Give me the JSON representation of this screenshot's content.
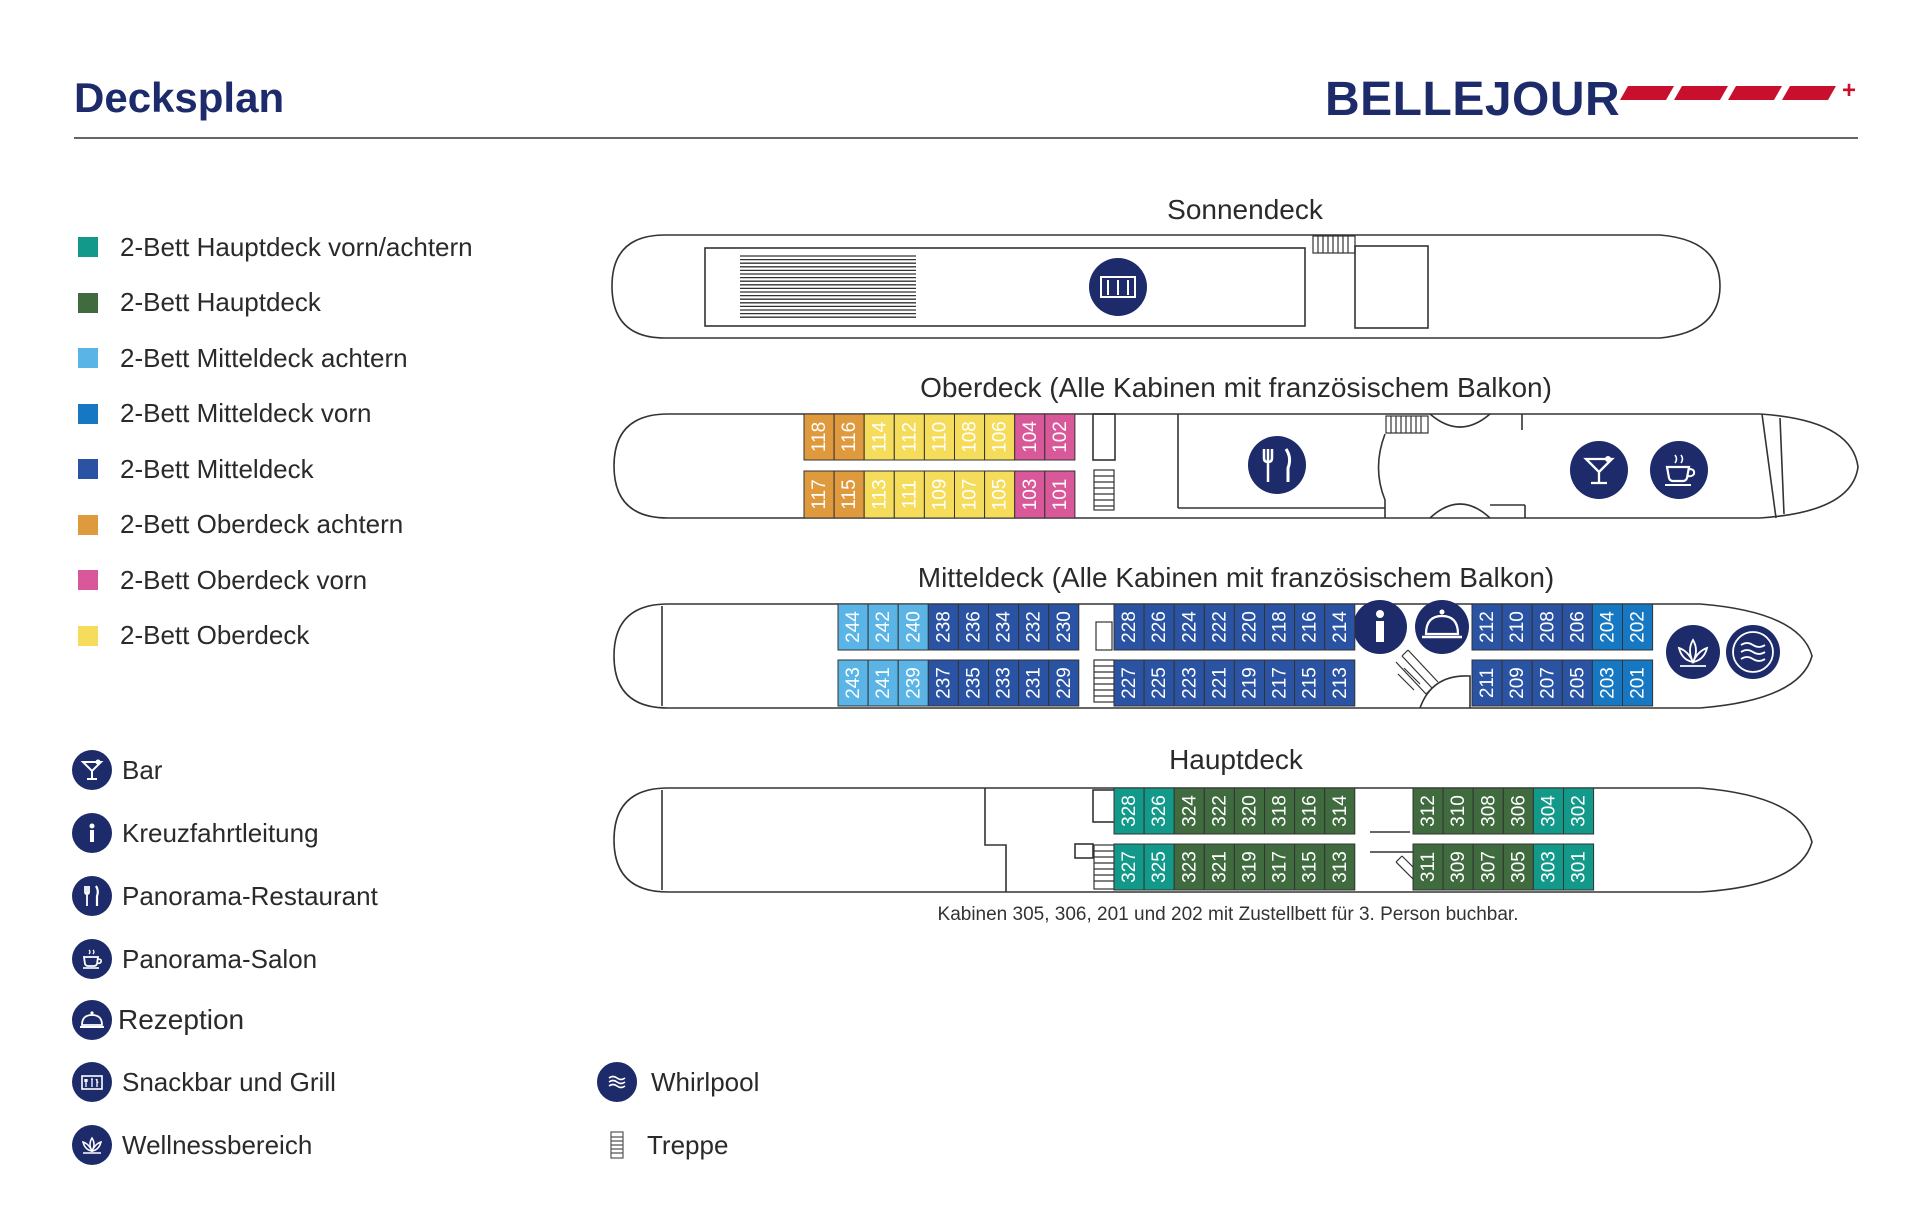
{
  "header": {
    "title": "Decksplan",
    "brand": "BELLEJOUR",
    "brand_plus": "+"
  },
  "colors": {
    "navy": "#1d2b6b",
    "brand_red": "#c8102e",
    "teal": "#12998a",
    "green": "#3f6b3f",
    "light_blue": "#5ab4e6",
    "mid_blue": "#1678c2",
    "dark_blue": "#2a53a3",
    "orange": "#e09a3e",
    "pink": "#d9589a",
    "yellow": "#f5dc5a"
  },
  "cabin_legend": [
    {
      "label": "2-Bett Hauptdeck vorn/achtern",
      "color": "#12998a"
    },
    {
      "label": "2-Bett Hauptdeck",
      "color": "#3f6b3f"
    },
    {
      "label": "2-Bett Mitteldeck achtern",
      "color": "#5ab4e6"
    },
    {
      "label": "2-Bett Mitteldeck vorn",
      "color": "#1678c2"
    },
    {
      "label": "2-Bett Mitteldeck",
      "color": "#2a53a3"
    },
    {
      "label": "2-Bett Oberdeck achtern",
      "color": "#e09a3e"
    },
    {
      "label": "2-Bett Oberdeck vorn",
      "color": "#d9589a"
    },
    {
      "label": "2-Bett Oberdeck",
      "color": "#f5dc5a"
    }
  ],
  "facility_legend": {
    "bar": {
      "label": "Bar",
      "icon": "cocktail-icon"
    },
    "cruise_director": {
      "label": "Kreuzfahrtleitung",
      "icon": "info-icon"
    },
    "restaurant": {
      "label": "Panorama-Restaurant",
      "icon": "fork-knife-icon"
    },
    "salon": {
      "label": "Panorama-Salon",
      "icon": "coffee-cup-icon"
    },
    "reception": {
      "label": "Rezeption",
      "icon": "service-bell-icon"
    },
    "snackbar": {
      "label": "Snackbar und Grill",
      "icon": "grill-icon"
    },
    "wellness": {
      "label": "Wellnessbereich",
      "icon": "lotus-icon"
    },
    "whirlpool": {
      "label": "Whirlpool",
      "icon": "waves-icon"
    },
    "stairs": {
      "label": "Treppe",
      "icon": "stairs-icon"
    }
  },
  "decks": {
    "sonnendeck": {
      "title": "Sonnendeck"
    },
    "oberdeck": {
      "title": "Oberdeck (Alle Kabinen mit französischem Balkon)",
      "top_row": [
        "118",
        "116",
        "114",
        "112",
        "110",
        "108",
        "106",
        "104",
        "102"
      ],
      "top_colors": [
        "orange",
        "orange",
        "yellow",
        "yellow",
        "yellow",
        "yellow",
        "yellow",
        "pink",
        "pink"
      ],
      "bottom_row": [
        "117",
        "115",
        "113",
        "111",
        "109",
        "107",
        "105",
        "103",
        "101"
      ],
      "bottom_colors": [
        "orange",
        "orange",
        "yellow",
        "yellow",
        "yellow",
        "yellow",
        "yellow",
        "pink",
        "pink"
      ]
    },
    "mitteldeck": {
      "title": "Mitteldeck (Alle Kabinen mit französischem Balkon)",
      "aft_top": [
        "244",
        "242",
        "240",
        "238",
        "236",
        "234",
        "232",
        "230"
      ],
      "aft_top_colors": [
        "light_blue",
        "light_blue",
        "light_blue",
        "dark_blue",
        "dark_blue",
        "dark_blue",
        "dark_blue",
        "dark_blue"
      ],
      "aft_bottom": [
        "243",
        "241",
        "239",
        "237",
        "235",
        "233",
        "231",
        "229"
      ],
      "aft_bottom_colors": [
        "light_blue",
        "light_blue",
        "light_blue",
        "dark_blue",
        "dark_blue",
        "dark_blue",
        "dark_blue",
        "dark_blue"
      ],
      "mid_top": [
        "228",
        "226",
        "224",
        "222",
        "220",
        "218",
        "216",
        "214"
      ],
      "mid_bottom": [
        "227",
        "225",
        "223",
        "221",
        "219",
        "217",
        "215",
        "213"
      ],
      "mid_colors": [
        "dark_blue",
        "dark_blue",
        "dark_blue",
        "dark_blue",
        "dark_blue",
        "dark_blue",
        "dark_blue",
        "dark_blue"
      ],
      "fwd_top": [
        "212",
        "210",
        "208",
        "206",
        "204",
        "202"
      ],
      "fwd_bottom": [
        "211",
        "209",
        "207",
        "205",
        "203",
        "201"
      ],
      "fwd_colors": [
        "dark_blue",
        "dark_blue",
        "dark_blue",
        "dark_blue",
        "mid_blue",
        "mid_blue"
      ]
    },
    "hauptdeck": {
      "title": "Hauptdeck",
      "aft_top": [
        "328",
        "326",
        "324",
        "322",
        "320",
        "318",
        "316",
        "314"
      ],
      "aft_top_colors": [
        "teal",
        "teal",
        "green",
        "green",
        "green",
        "green",
        "green",
        "green"
      ],
      "aft_bottom": [
        "327",
        "325",
        "323",
        "321",
        "319",
        "317",
        "315",
        "313"
      ],
      "aft_bottom_colors": [
        "teal",
        "teal",
        "green",
        "green",
        "green",
        "green",
        "green",
        "green"
      ],
      "fwd_top": [
        "312",
        "310",
        "308",
        "306",
        "304",
        "302"
      ],
      "fwd_bottom": [
        "311",
        "309",
        "307",
        "305",
        "303",
        "301"
      ],
      "fwd_colors": [
        "green",
        "green",
        "green",
        "green",
        "teal",
        "teal"
      ]
    }
  },
  "note": "Kabinen 305, 306, 201 und 202 mit Zustellbett für 3. Person buchbar."
}
